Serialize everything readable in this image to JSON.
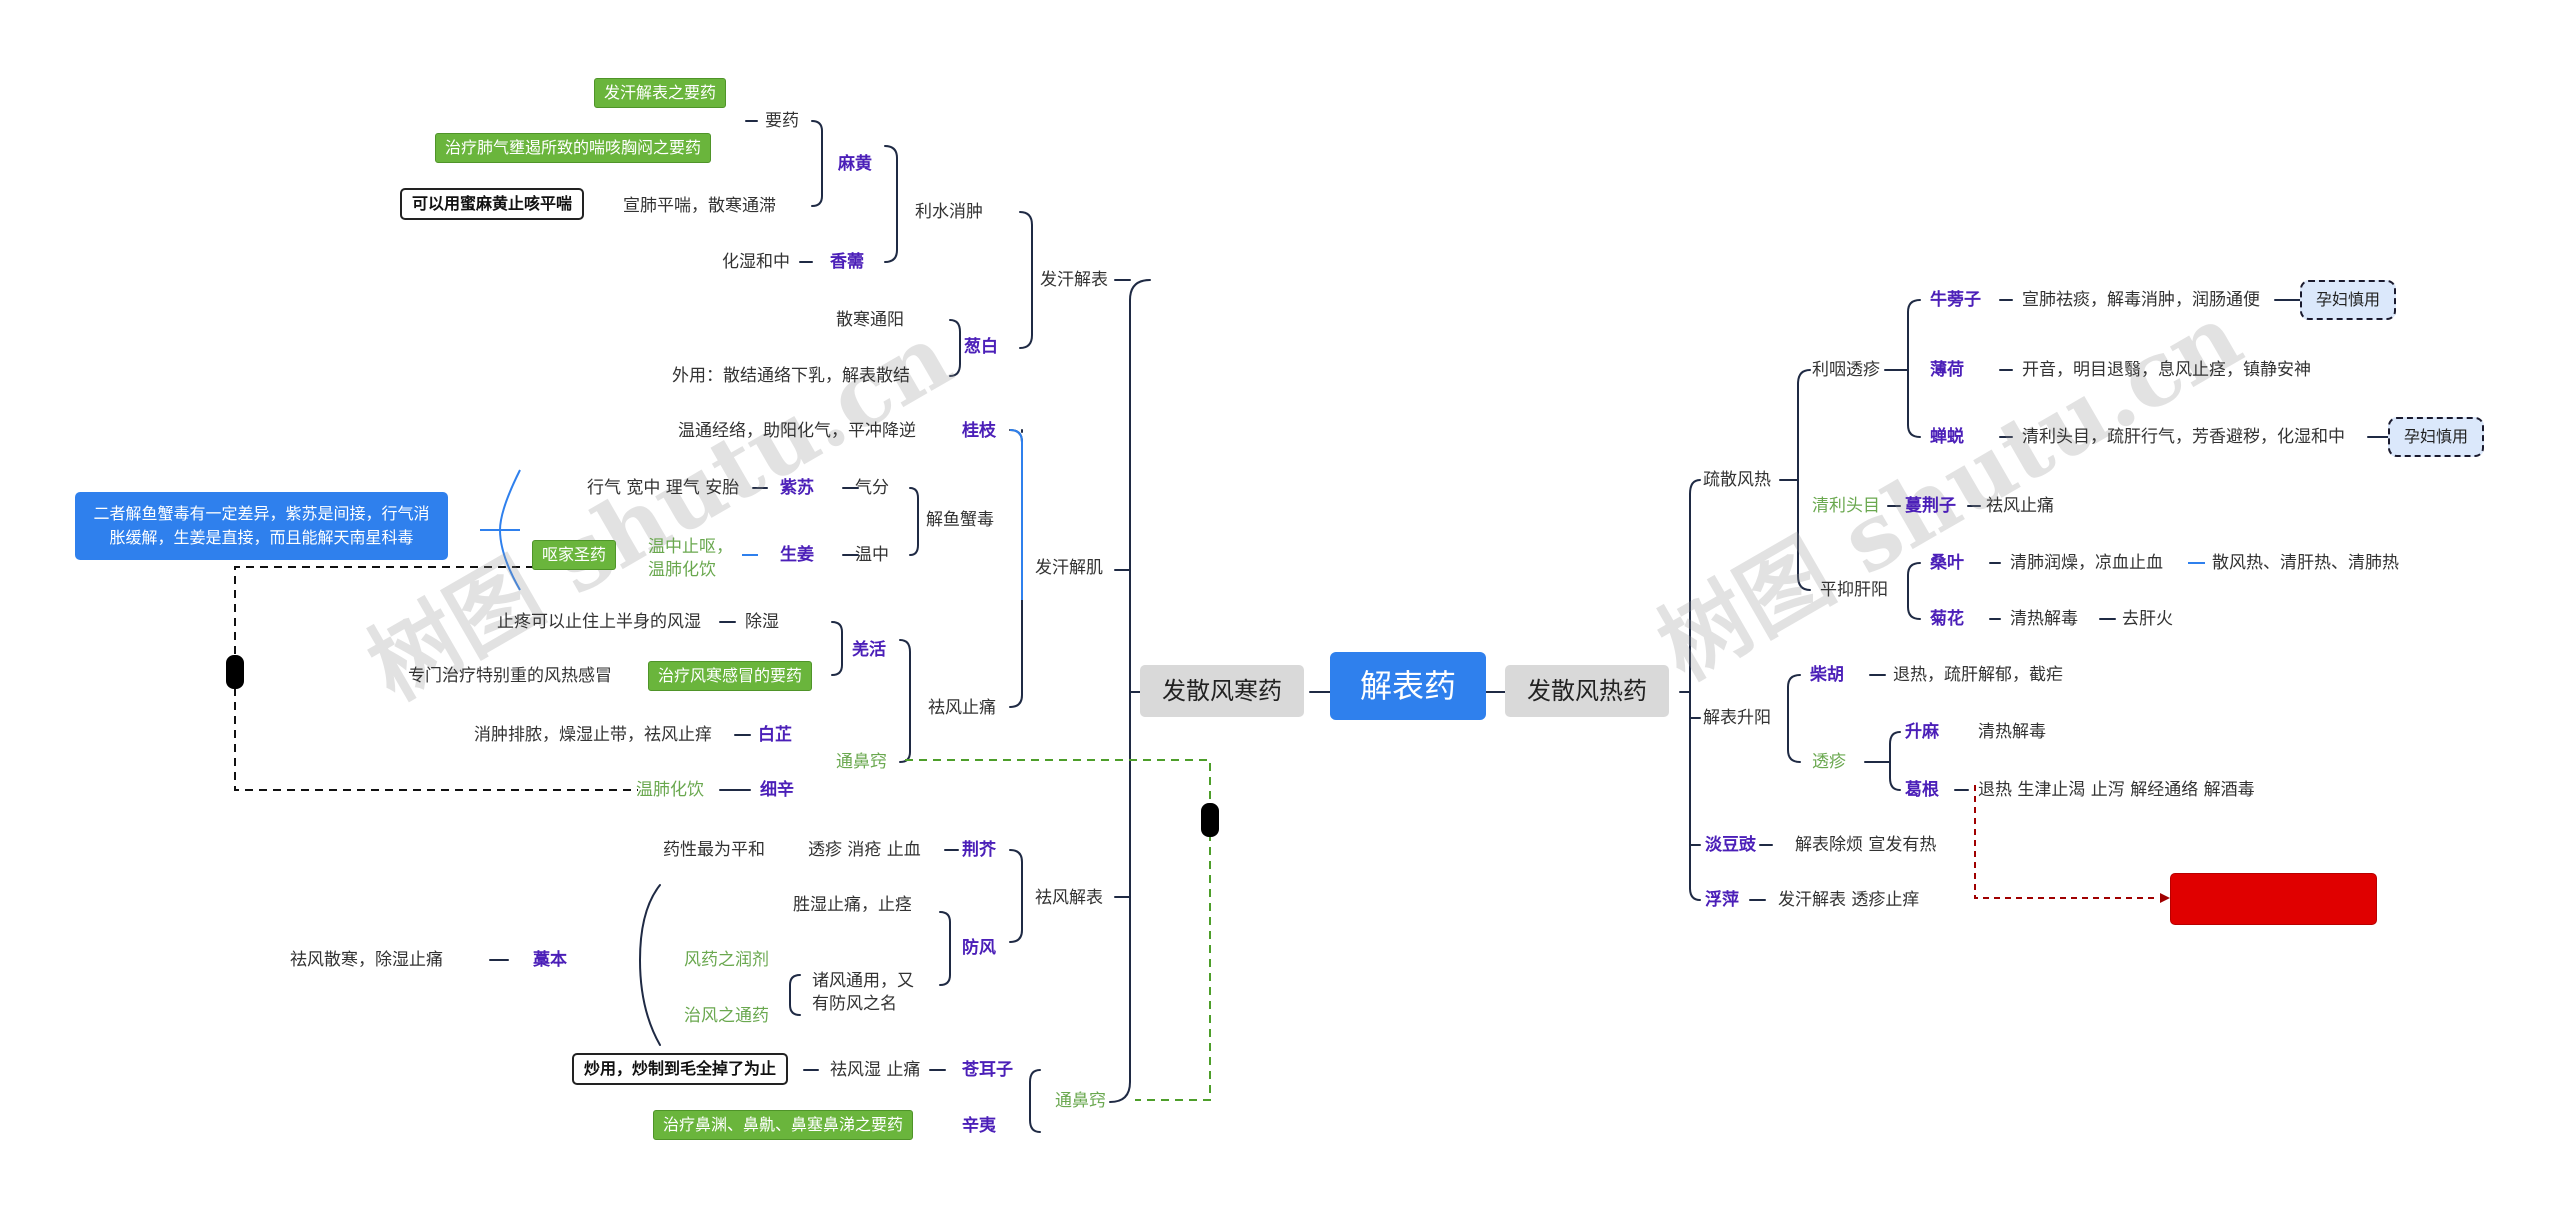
{
  "root": "解表药",
  "left_branch": "发散风寒药",
  "right_branch": "发散风热药",
  "left": {
    "fahan": "发汗解表",
    "lishui": "利水消肿",
    "mahuang": "麻黄",
    "yaoyao": "要药",
    "mh_tag1": "发汗解表之要药",
    "mh_tag2": "治疗肺气壅遏所致的喘咳胸闷之要药",
    "mh_note": "可以用蜜麻黄止咳平喘",
    "mh_eff": "宣肺平喘，散寒通滞",
    "xiangru": "香薷",
    "xr_eff": "化湿和中",
    "congbai": "葱白",
    "cb_eff1": "散寒通阳",
    "cb_eff2": "外用：散结通络下乳，解表散结",
    "fajie": "发汗解肌",
    "guizhi": "桂枝",
    "gz_eff": "温通经络，助阳化气，平冲降逆",
    "jieyu": "解鱼蟹毒",
    "zisu": "紫苏",
    "zs_eff": "行气 宽中 理气 安胎",
    "zs_qi": "气分",
    "shengjiang": "生姜",
    "sj_eff": "温中止呕，\n温肺化饮",
    "sj_wen": "温中",
    "sj_tag": "呕家圣药",
    "blue_note": "二者解鱼蟹毒有一定差异，紫苏是间接，行气消胀缓解，生姜是直接，而且能解天南星科毒",
    "qufeng": "祛风止痛",
    "qianghuo": "羌活",
    "qh_eff": "止疼可以止住上半身的风湿",
    "qh_shi": "除湿",
    "qh_note": "专门治疗特别重的风热感冒",
    "qh_tag": "治疗风寒感冒的要药",
    "baizhi": "白芷",
    "bz_eff": "消肿排脓，燥湿止带，祛风止痒",
    "tongbi1": "通鼻窍",
    "xixin": "细辛",
    "xx_eff": "温肺化饮",
    "qufengjb": "祛风解表",
    "jingjie": "荆芥",
    "jj_eff1": "药性最为平和",
    "jj_eff2": "透疹 消疮 止血",
    "fangfeng": "防风",
    "ff_eff1": "胜湿止痛，止痉",
    "ff_eff2": "诸风通用，又\n有防风之名",
    "ff_g1": "风药之润剂",
    "ff_g2": "治风之通药",
    "gaoben": "藁本",
    "gb_eff": "祛风散寒，除湿止痛",
    "tongbi2": "通鼻窍",
    "cangerzi": "苍耳子",
    "cez_eff": "祛风湿 止痛",
    "cez_note": "炒用，炒制到毛全掉了为止",
    "xinyi": "辛夷",
    "xy_tag": "治疗鼻渊、鼻鼽、鼻塞鼻涕之要药"
  },
  "right": {
    "shusan": "疏散风热",
    "liyan": "利咽透疹",
    "niubangzi": "牛蒡子",
    "nbz_eff": "宣肺祛痰，解毒消肿，润肠通便",
    "nbz_tag": "孕妇慎用",
    "bohe": "薄荷",
    "bh_eff": "开音，明目退翳，息风止痉，镇静安神",
    "chantui": "蝉蜕",
    "ct_eff": "清利头目，疏肝行气，芳香避秽，化湿和中",
    "ct_tag": "孕妇慎用",
    "qingli": "清利头目",
    "manjingzi": "蔓荆子",
    "mjz_eff": "祛风止痛",
    "pingyi": "平抑肝阳",
    "sangye": "桑叶",
    "sy_eff": "清肺润燥，凉血止血",
    "sy_eff2": "散风热、清肝热、清肺热",
    "juhua": "菊花",
    "jh_eff": "清热解毒",
    "jh_eff2": "去肝火",
    "jiebiao": "解表升阳",
    "chaihu": "柴胡",
    "ch_eff": "退热，疏肝解郁，截疟",
    "touzhen": "透疹",
    "shengma": "升麻",
    "sm_eff": "清热解毒",
    "gegen": "葛根",
    "gg_eff": "退热 生津止渴 止泻 解经通络 解酒毒",
    "dandouchi": "淡豆豉",
    "ddc_eff": "解表除烦 宣发有热",
    "fuping": "浮萍",
    "fp_eff": "发汗解表 透疹止痒"
  },
  "watermark": "树图 shutu.cn",
  "colors": {
    "center": "#2f80ed",
    "herb": "#4b1fb8",
    "green_tag": "#6ab53c",
    "green_text": "#6aa84f",
    "red": "#e00000",
    "line": "#1f2a44"
  }
}
